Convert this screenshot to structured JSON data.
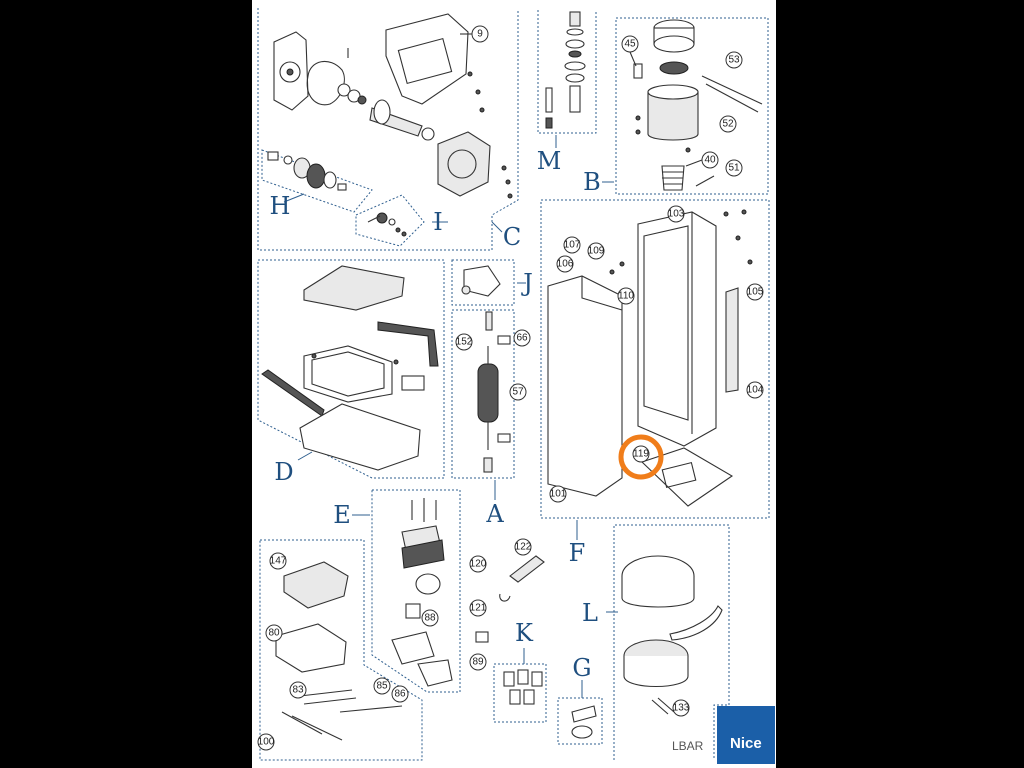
{
  "section_labels": {
    "A": "A",
    "B": "B",
    "C": "C",
    "D": "D",
    "E": "E",
    "F": "F",
    "G": "G",
    "H": "H",
    "I": "I",
    "J": "J",
    "K": "K",
    "L": "L",
    "M": "M"
  },
  "callouts": [
    "9",
    "45",
    "53",
    "52",
    "40",
    "51",
    "103",
    "107",
    "109",
    "106",
    "110",
    "105",
    "104",
    "66",
    "152",
    "57",
    "119",
    "101",
    "122",
    "120",
    "121",
    "89",
    "147",
    "88",
    "80",
    "83",
    "85",
    "86",
    "100",
    "133"
  ],
  "model_label": "LBAR",
  "brand_logo": "Nice",
  "highlight": {
    "target": "119",
    "color": "#f07d1a"
  }
}
